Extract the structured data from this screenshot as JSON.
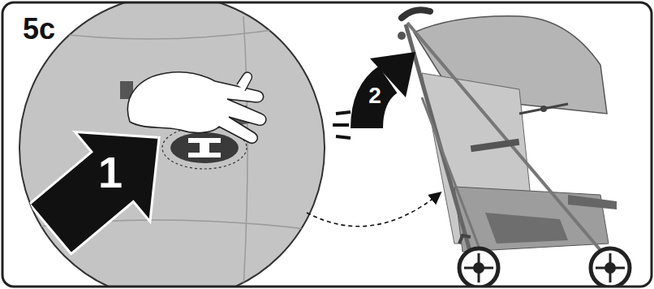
{
  "diagram": {
    "labels": [
      "5c",
      "1",
      "2"
    ]
  }
}
